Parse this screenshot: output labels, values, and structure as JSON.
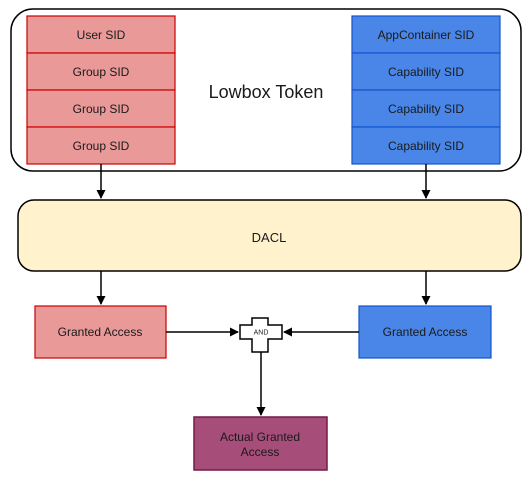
{
  "token": {
    "title": "Lowbox Token",
    "left_sids": [
      "User SID",
      "Group SID",
      "Group SID",
      "Group SID"
    ],
    "right_sids": [
      "AppContainer SID",
      "Capability SID",
      "Capability SID",
      "Capability SID"
    ]
  },
  "dacl": {
    "label": "DACL"
  },
  "left_access": {
    "label": "Granted Access"
  },
  "right_access": {
    "label": "Granted Access"
  },
  "combiner": {
    "label": "AND"
  },
  "result": {
    "line1": "Actual Granted",
    "line2": "Access"
  },
  "colors": {
    "red_fill": "#ea9999",
    "red_stroke": "#cc0000",
    "blue_fill": "#4a86e8",
    "blue_stroke": "#1155cc",
    "dacl_fill": "#fff2cc",
    "result_fill": "#a64d79",
    "result_stroke": "#741b47"
  }
}
